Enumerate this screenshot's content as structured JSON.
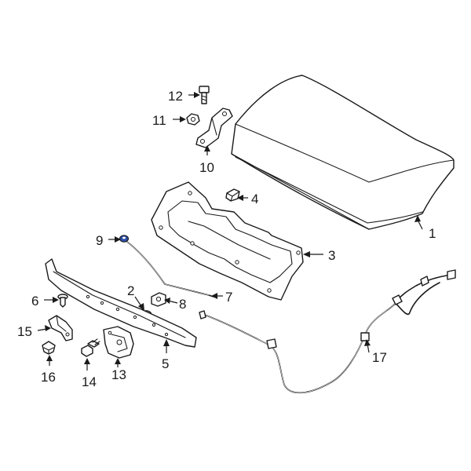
{
  "callouts": [
    {
      "id": "c1",
      "label": "1",
      "part": "hood-panel"
    },
    {
      "id": "c2",
      "label": "2",
      "part": "washer"
    },
    {
      "id": "c3",
      "label": "3",
      "part": "hood-insulator"
    },
    {
      "id": "c4",
      "label": "4",
      "part": "insulator-clip"
    },
    {
      "id": "c5",
      "label": "5",
      "part": "front-seal"
    },
    {
      "id": "c6",
      "label": "6",
      "part": "push-pin-retainer"
    },
    {
      "id": "c7",
      "label": "7",
      "part": "prop-rod"
    },
    {
      "id": "c8",
      "label": "8",
      "part": "prop-rod-clip"
    },
    {
      "id": "c9",
      "label": "9",
      "part": "grommet"
    },
    {
      "id": "c10",
      "label": "10",
      "part": "hinge"
    },
    {
      "id": "c11",
      "label": "11",
      "part": "hinge-nut"
    },
    {
      "id": "c12",
      "label": "12",
      "part": "hinge-bolt"
    },
    {
      "id": "c13",
      "label": "13",
      "part": "hood-latch"
    },
    {
      "id": "c14",
      "label": "14",
      "part": "latch-bolt"
    },
    {
      "id": "c15",
      "label": "15",
      "part": "bumper-bracket"
    },
    {
      "id": "c16",
      "label": "16",
      "part": "bumper-nut"
    },
    {
      "id": "c17",
      "label": "17",
      "part": "release-cable"
    }
  ],
  "colors": {
    "line": "#1a1a1a",
    "background": "#ffffff",
    "highlight": "#2f4fa8"
  }
}
